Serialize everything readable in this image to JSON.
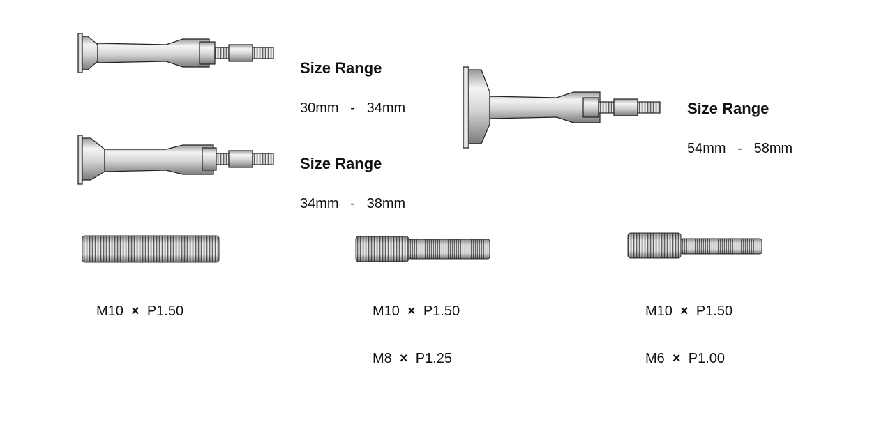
{
  "pullers": [
    {
      "title": "Size Range",
      "min": "30mm",
      "sep": "-",
      "max": "34mm"
    },
    {
      "title": "Size Range",
      "min": "34mm",
      "sep": "-",
      "max": "38mm"
    },
    {
      "title": "Size Range",
      "min": "54mm",
      "sep": "-",
      "max": "58mm"
    }
  ],
  "studs": [
    {
      "lines": [
        {
          "a": "M10",
          "x": "×",
          "b": "P1.50"
        }
      ]
    },
    {
      "lines": [
        {
          "a": "M10",
          "x": "×",
          "b": "P1.50"
        },
        {
          "a": "M8",
          "x": "×",
          "b": "P1.25"
        }
      ]
    },
    {
      "lines": [
        {
          "a": "M10",
          "x": "×",
          "b": "P1.50"
        },
        {
          "a": "M6",
          "x": "×",
          "b": "P1.00"
        }
      ]
    }
  ]
}
